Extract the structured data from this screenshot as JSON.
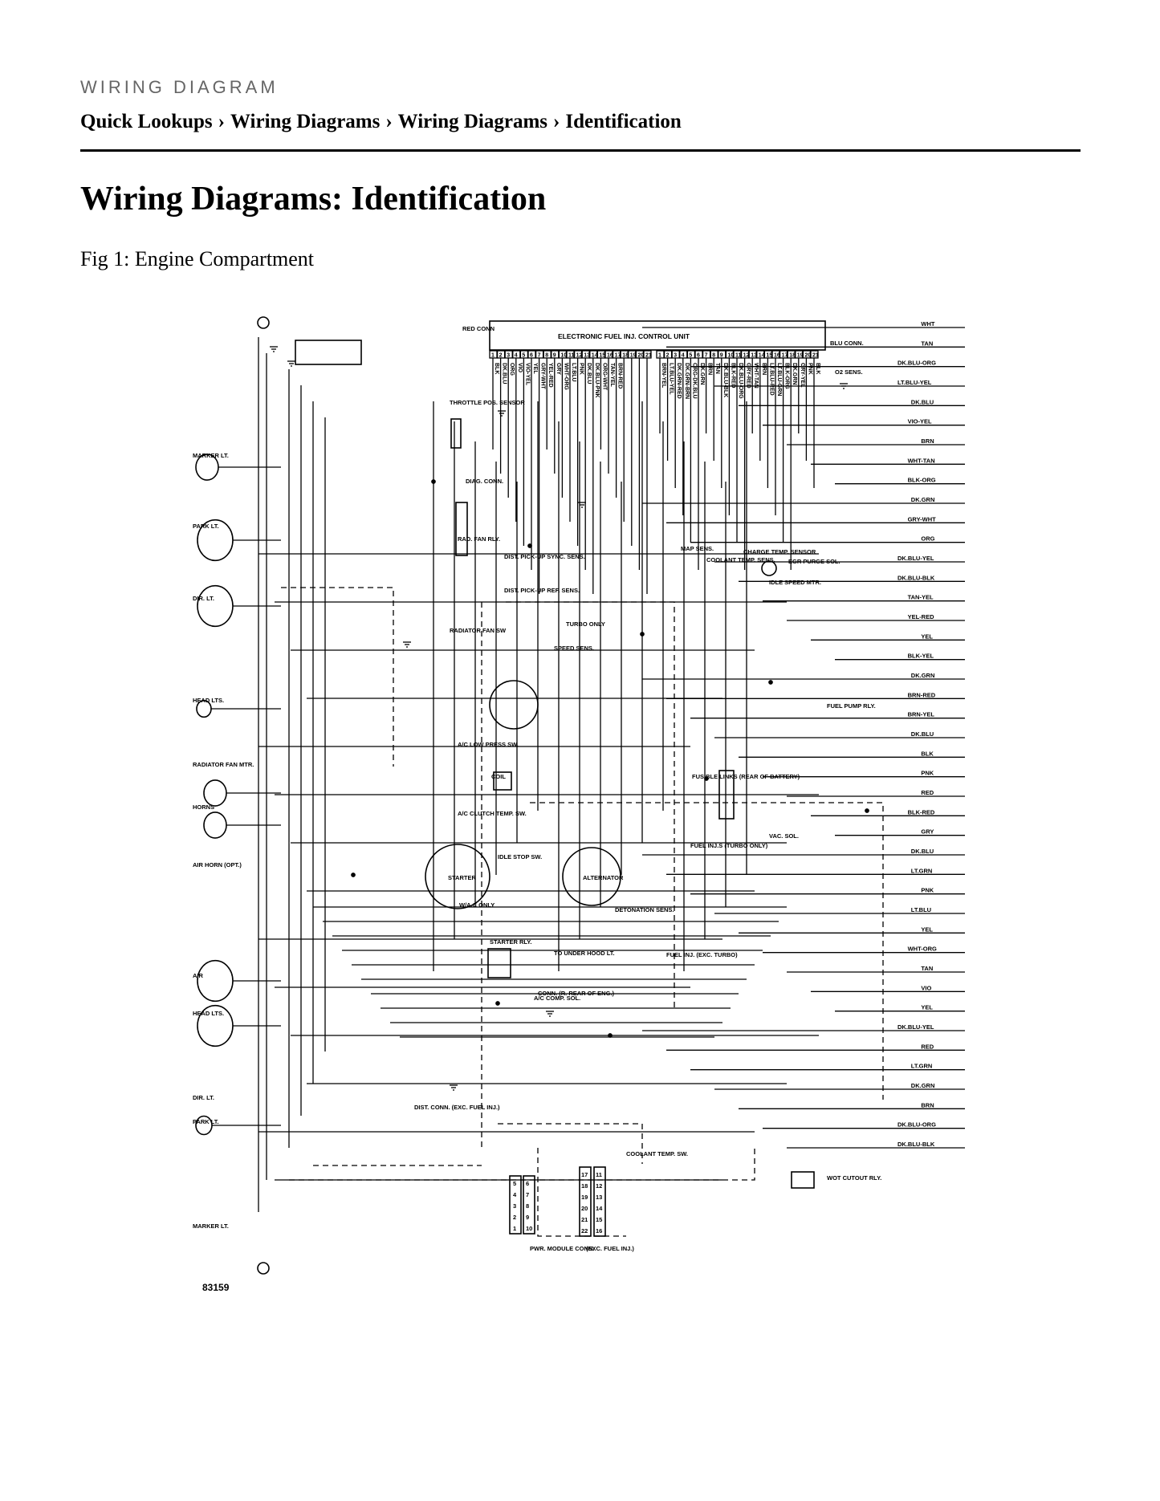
{
  "header": {
    "section_label": "WIRING DIAGRAM",
    "breadcrumb": [
      "Quick Lookups",
      "Wiring Diagrams",
      "Wiring Diagrams",
      "Identification"
    ],
    "separator": "›"
  },
  "page": {
    "title": "Wiring Diagrams: Identification",
    "figure_caption": "Fig 1: Engine Compartment"
  },
  "diagram": {
    "figure_number": "83159",
    "ecu_title": "ELECTRONIC FUEL INJ. CONTROL UNIT",
    "red_conn": "RED CONN",
    "blu_conn": "BLU CONN.",
    "o2_sens": "O2 SENS.",
    "left_labels": [
      "MARKER LT.",
      "PARK LT.",
      "DIR. LT.",
      "HEAD LTS.",
      "RADIATOR FAN MTR.",
      "HORNS",
      "AIR HORN (OPT.)",
      "AIR",
      "HEAD LTS.",
      "DIR. LT.",
      "PARK LT.",
      "MARKER LT."
    ],
    "component_labels": [
      "THROTTLE POS. SENSOR",
      "DIAG. CONN.",
      "RAD. FAN RLY.",
      "DIST. PICK-UP SYNC. SENS.",
      "DIST. PICK-UP REF. SENS.",
      "RADIATOR FAN SW",
      "COIL",
      "SPEED SENS.",
      "A/C LOW PRESS SW.",
      "A/C CLUTCH TEMP. SW.",
      "STARTER",
      "ALTERNATOR",
      "IDLE STOP SW.",
      "STARTER RLY.",
      "TO UNDER HOOD LT.",
      "CONN. (R. REAR OF ENG.)",
      "A/C COMP. SOL.",
      "FUSIBLE LINKS (REAR OF BATTERY)",
      "FUEL INJ.S (TURBO ONLY)",
      "VAC. SOL.",
      "DETONATION SENS.",
      "FUEL INJ. (EXC. TURBO)",
      "MAP SENS.",
      "COOLANT TEMP. SENS.",
      "CHARGE TEMP. SENSOR",
      "IDLE SPEED MTR.",
      "EGR PURGE SOL.",
      "FUEL PUMP RLY.",
      "DIST. CONN. (EXC. FUEL INJ.)",
      "PWR. MODULE CONN.",
      "(EXC. FUEL INJ.)",
      "COOLANT TEMP. SW.",
      "WOT CUTOUT RLY.",
      "W/A.C ONLY",
      "TURBO ONLY"
    ],
    "right_wire_labels": [
      "WHT",
      "TAN",
      "DK.BLU-ORG",
      "LT.BLU-YEL",
      "DK.BLU",
      "VIO-YEL",
      "BRN",
      "WHT-TAN",
      "BLK-ORG",
      "DK.GRN",
      "GRY-WHT",
      "ORG",
      "DK.BLU-YEL",
      "DK.BLU-BLK",
      "TAN-YEL",
      "YEL-RED",
      "YEL",
      "BLK-YEL",
      "DK.GRN",
      "BRN-RED",
      "BRN-YEL",
      "DK.BLU",
      "BLK",
      "PNK",
      "RED",
      "BLK-RED",
      "GRY",
      "DK.BLU",
      "LT.GRN",
      "PNK",
      "LT.BLU",
      "YEL",
      "WHT-ORG",
      "TAN",
      "VIO",
      "YEL",
      "DK.BLU-YEL",
      "RED",
      "LT.GRN",
      "DK.GRN",
      "BRN",
      "DK.BLU-ORG",
      "DK.BLU-BLK"
    ],
    "top_pin_numbers_left": [
      "1",
      "2",
      "3",
      "4",
      "5",
      "6",
      "7",
      "8",
      "9",
      "10",
      "11",
      "12",
      "13",
      "14",
      "15",
      "16",
      "17",
      "18",
      "19",
      "20",
      "21"
    ],
    "top_pin_numbers_right": [
      "1",
      "2",
      "3",
      "4",
      "5",
      "6",
      "7",
      "8",
      "9",
      "10",
      "11",
      "12",
      "13",
      "14",
      "15",
      "16",
      "17",
      "18",
      "19",
      "20",
      "21"
    ],
    "top_wire_labels_left": [
      "BLK",
      "DK.BLU",
      "ORG",
      "VIO",
      "VIO-YEL",
      "YEL",
      "GRY-WHT",
      "YEL-RED",
      "GRY",
      "WHT-ORG",
      "LT.BLU",
      "PNK",
      "DK.BLU",
      "DK.BLU-PNK",
      "ORG-WHT",
      "TAN-YEL",
      "BRN-RED"
    ],
    "top_wire_labels_right": [
      "BRN-YEL",
      "LT.BLU-YEL",
      "DK.GRN-RED",
      "DK.GRN-BRN",
      "ORG-DK.BLU",
      "DK.GRN",
      "BRN",
      "TAN",
      "DK.BLU-BLK",
      "BLK-RED",
      "DK.BLU-ORG",
      "GRY-RED",
      "WHT-TAN",
      "BRN",
      "LT.BLU-RED",
      "LT.BLU-GRN",
      "BLK-ORG",
      "DK.GRN",
      "GRY-YEL",
      "PNK",
      "BLK"
    ],
    "pwr_module_pins_left": [
      "5",
      "4",
      "3",
      "2",
      "1"
    ],
    "pwr_module_pins_mid": [
      "6",
      "7",
      "8",
      "9",
      "10"
    ],
    "pwr_module_pins_right_a": [
      "17",
      "18",
      "19",
      "20",
      "21",
      "22"
    ],
    "pwr_module_pins_right_b": [
      "11",
      "12",
      "13",
      "14",
      "15",
      "16"
    ]
  }
}
